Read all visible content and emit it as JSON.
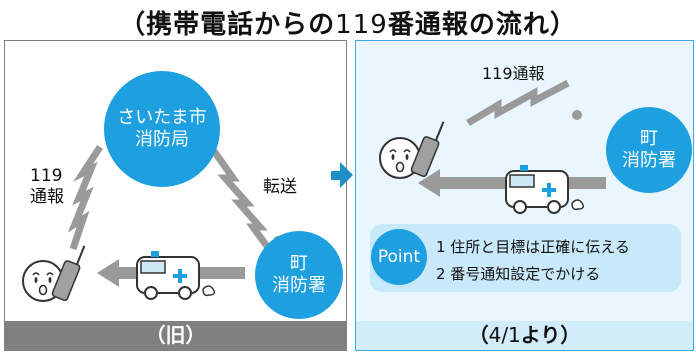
{
  "title": {
    "open": "（携帯電話からの",
    "number": "119",
    "close": "番通報の流れ）"
  },
  "left_panel": {
    "center_circle": [
      "さいたま市",
      "消防局"
    ],
    "town_circle": [
      "町",
      "消防署"
    ],
    "report_label": [
      "119",
      "通報"
    ],
    "transfer_label": "転送",
    "footer": "（旧）"
  },
  "right_panel": {
    "report_label": "119通報",
    "town_circle": [
      "町",
      "消防署"
    ],
    "point_badge": "Point",
    "point_items": [
      "1 住所と目標は正確に伝える",
      "2 番号通知設定でかける"
    ],
    "footer": {
      "open": "（",
      "date": "4/1",
      "close": "より）"
    }
  },
  "colors": {
    "circle_blue": "#1ea0e0",
    "left_footer_gray": "#808080",
    "right_bg": "#eaf6fd",
    "point_box": "#c8e9fa",
    "arrow_blue": "#1f8fc9"
  },
  "icons": [
    "worried-person-icon",
    "mobile-phone-icon",
    "ambulance-icon",
    "lightning-signal-icon",
    "flow-arrow-icon"
  ]
}
